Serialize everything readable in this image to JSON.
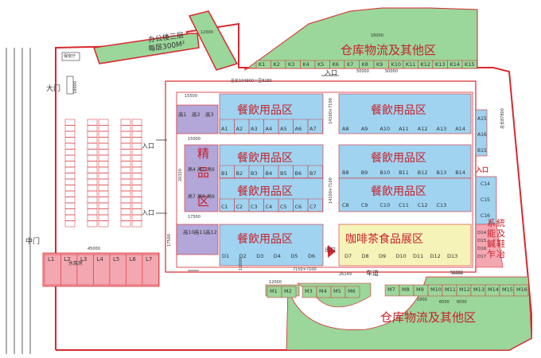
{
  "office": {
    "title": "办公楼三层",
    "area": "每层300M²",
    "dim_side": "12000"
  },
  "guard": "保安厅",
  "gates": {
    "main": "大门",
    "middle": "中门",
    "main_dim": "18000"
  },
  "entrances": {
    "label": "入口",
    "top_dim": "50000",
    "top_dim2": "50000"
  },
  "warehouse_top": {
    "title": "仓库物流及其他区",
    "dim": "18000",
    "cells": [
      "K1",
      "K2",
      "K3",
      "K4",
      "K5",
      "K6",
      "K7",
      "K8",
      "K9",
      "K10",
      "K11",
      "K12",
      "K13",
      "K14",
      "K15"
    ]
  },
  "warehouse_bottom": {
    "title": "仓库物流及其他区",
    "dim": "12000",
    "cells_left": [
      "M1",
      "M2"
    ],
    "cells_mid": [
      "M3",
      "M4",
      "M5",
      "M6"
    ],
    "cells_right": [
      "M7",
      "M8",
      "M9",
      "M10",
      "M11",
      "M12",
      "M13",
      "M14",
      "M15",
      "M16"
    ],
    "dim2": "6000",
    "dim3": "6000"
  },
  "dims": {
    "hall_total": "总长104900一至8280",
    "pitch_a": "14100×7100",
    "pitch_b": "14100×7100",
    "side_dim": "总长87800",
    "left_15000": "15000",
    "left_17500": "17500",
    "left_20320": "20320",
    "left_17500b": "17500",
    "bottom_45000": "45000",
    "road_50000": "50000",
    "exit_7150": "7150×7100",
    "d_26149": "26149",
    "top_15500": "15500",
    "d_1800": "1800",
    "d_10000": "10000"
  },
  "zones": {
    "a_left": "餐飲用品区",
    "a_right": "餐飲用品区",
    "b_left": "餐飲用品区",
    "b_right": "餐飲用品区",
    "c_left": "餐飲用品区",
    "c_right": "餐飲用品区",
    "d_left": "餐飲用品区",
    "coffee": "咖啡茶食品展区",
    "premium_1": "精",
    "premium_2": "品",
    "premium_3": "区",
    "system": [
      "系",
      "統",
      "能",
      "及",
      "鍼",
      "鞋",
      "乍",
      "冶"
    ]
  },
  "booths": {
    "high": [
      "高1",
      "高2",
      "高3"
    ],
    "a": [
      "A1",
      "A2",
      "A3",
      "A4",
      "A5",
      "A6",
      "A7",
      "A8",
      "A9",
      "A10",
      "A11",
      "A12",
      "A13",
      "A14"
    ],
    "a_r": [
      "A15",
      "A16"
    ],
    "b": [
      "B1",
      "B2",
      "B3",
      "B4",
      "B5",
      "B6",
      "B7",
      "B8",
      "B9",
      "B10",
      "B11",
      "B12",
      "B13",
      "B14"
    ],
    "b_r": [
      "B15"
    ],
    "high_mid": [
      "高4",
      "高5",
      "高6",
      "高7",
      "高8",
      "高9"
    ],
    "c": [
      "C1",
      "C2",
      "C3",
      "C4",
      "C5",
      "C6",
      "C7",
      "C8",
      "C9",
      "C10",
      "C11",
      "C12",
      "C13"
    ],
    "c_r": [
      "C14",
      "C15",
      "C16"
    ],
    "high_low": [
      "高10",
      "高11",
      "高12"
    ],
    "d": [
      "D1",
      "D2",
      "D3",
      "D4",
      "D5",
      "D6",
      "D7",
      "D8",
      "D9",
      "D10",
      "D11",
      "D12",
      "D13"
    ],
    "d_r": [
      "D14",
      "D15",
      "D16",
      "D17"
    ],
    "l": [
      "L1",
      "L2",
      "L3",
      "L4",
      "L5",
      "L6",
      "L7"
    ],
    "pump": "水泵房"
  },
  "labels": {
    "exit": "出口",
    "road": "车道",
    "entrance_right": "入口",
    "entrance_left1": "入口",
    "entrance_left2": "入口"
  },
  "colors": {
    "red": "#d7282f",
    "green": "#9bd69a",
    "blue": "#9fd3f0",
    "purple": "#b3a6d8",
    "yellow": "#f6f3b8",
    "pink": "#f3a7b0"
  }
}
